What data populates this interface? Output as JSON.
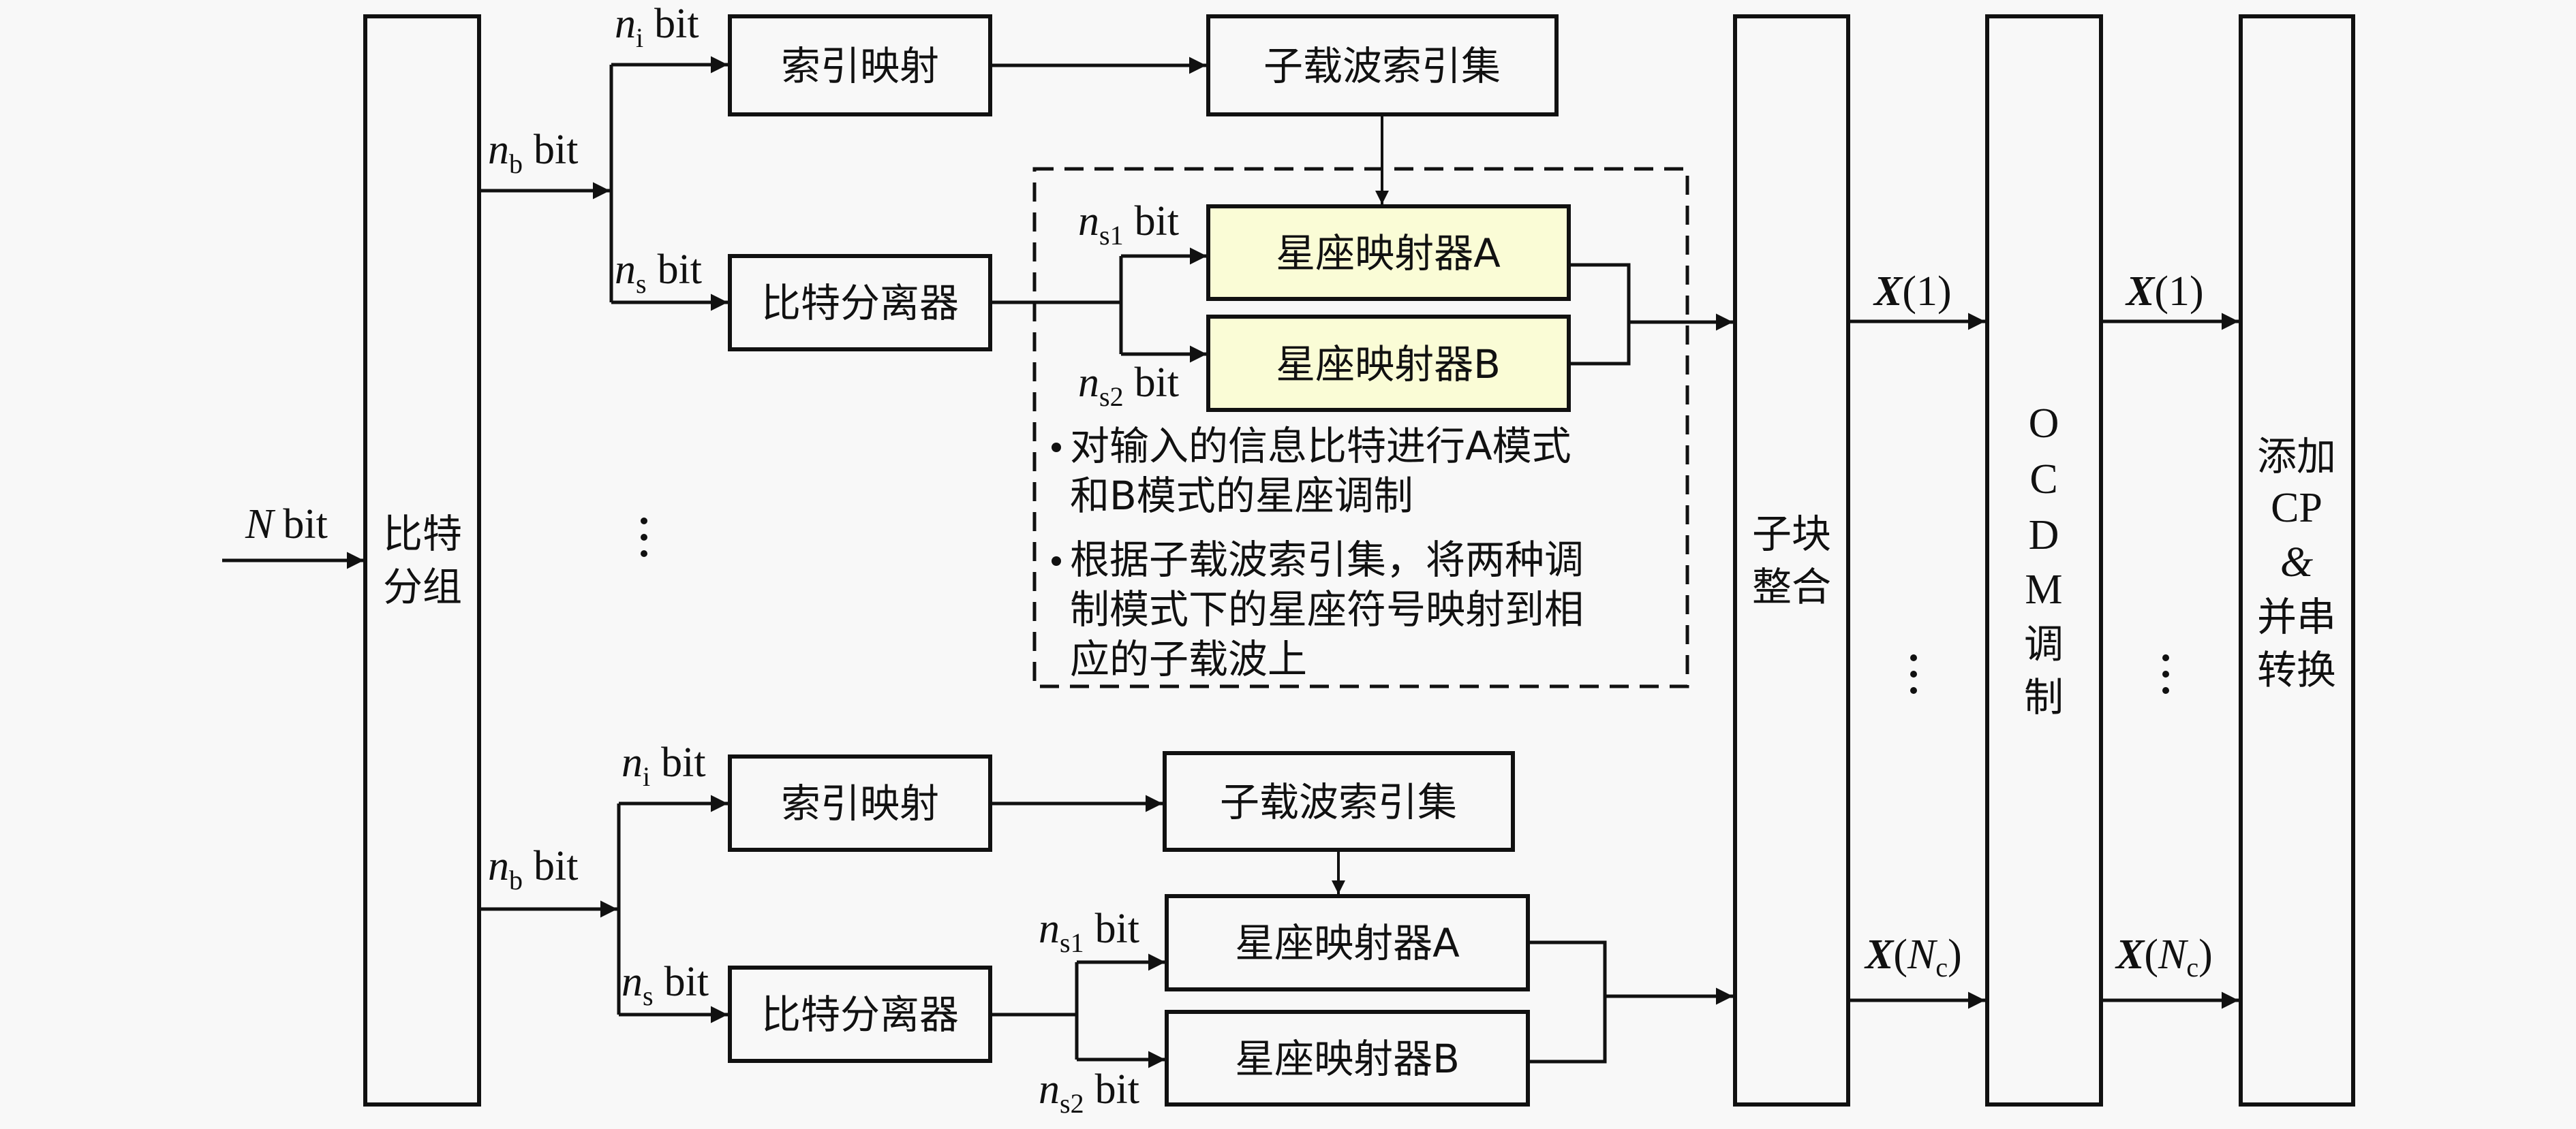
{
  "input": {
    "label_var": "N",
    "label_unit": "bit"
  },
  "grouping_block": {
    "lines": [
      "比特",
      "分组"
    ]
  },
  "branches": [
    {
      "id": "branch-1",
      "nb": {
        "var": "n",
        "sub": "b",
        "unit": "bit"
      },
      "ni": {
        "var": "n",
        "sub": "i",
        "unit": "bit"
      },
      "ns": {
        "var": "n",
        "sub": "s",
        "unit": "bit"
      },
      "ns1": {
        "var": "n",
        "sub": "s1",
        "unit": "bit"
      },
      "ns2": {
        "var": "n",
        "sub": "s2",
        "unit": "bit"
      },
      "index_mapping": "索引映射",
      "subcarrier_index_set": "子载波索引集",
      "bit_splitter": "比特分离器",
      "mapper_a": "星座映射器A",
      "mapper_b": "星座映射器B",
      "highlighted": true
    },
    {
      "id": "branch-Nc",
      "nb": {
        "var": "n",
        "sub": "b",
        "unit": "bit"
      },
      "ni": {
        "var": "n",
        "sub": "i",
        "unit": "bit"
      },
      "ns": {
        "var": "n",
        "sub": "s",
        "unit": "bit"
      },
      "ns1": {
        "var": "n",
        "sub": "s1",
        "unit": "bit"
      },
      "ns2": {
        "var": "n",
        "sub": "s2",
        "unit": "bit"
      },
      "index_mapping": "索引映射",
      "subcarrier_index_set": "子载波索引集",
      "bit_splitter": "比特分离器",
      "mapper_a": "星座映射器A",
      "mapper_b": "星座映射器B",
      "highlighted": false
    }
  ],
  "annotation": {
    "bullet": "•",
    "lines": [
      "对输入的信息比特进行A模式",
      "和B模式的星座调制",
      "根据子载波索引集，将两种调",
      "制模式下的星座符号映射到相",
      "应的子载波上"
    ],
    "bullet_lines": [
      0,
      2
    ]
  },
  "combine_block": {
    "lines": [
      "子块",
      "整合"
    ]
  },
  "ocdm_block": {
    "lines": [
      "O",
      "C",
      "D",
      "M",
      "调",
      "制"
    ]
  },
  "cp_block": {
    "lines": [
      "添加",
      "CP",
      "&",
      "并串",
      "转换"
    ]
  },
  "signals": {
    "first": {
      "var": "X",
      "arg": "1"
    },
    "last": {
      "var": "X",
      "arg_var": "N",
      "arg_sub": "c"
    }
  },
  "ellipsis": "⋮",
  "colors": {
    "mapper_fill": "#fafcd6",
    "background": "#f8f8f8",
    "stroke": "#111111"
  }
}
